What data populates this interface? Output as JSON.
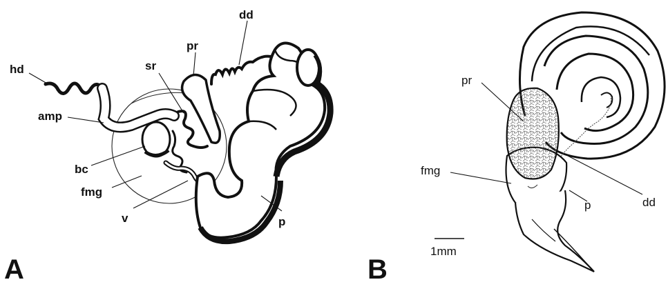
{
  "panel_a": {
    "letter": "A",
    "labels": {
      "hd": "hd",
      "amp": "amp",
      "sr": "sr",
      "pr": "pr",
      "dd": "dd",
      "bc": "bc",
      "fmg": "fmg",
      "v": "v",
      "p": "p"
    }
  },
  "panel_b": {
    "letter": "B",
    "labels": {
      "pr": "pr",
      "fmg": "fmg",
      "dd": "dd",
      "p": "p"
    },
    "scale_bar": "1mm"
  }
}
